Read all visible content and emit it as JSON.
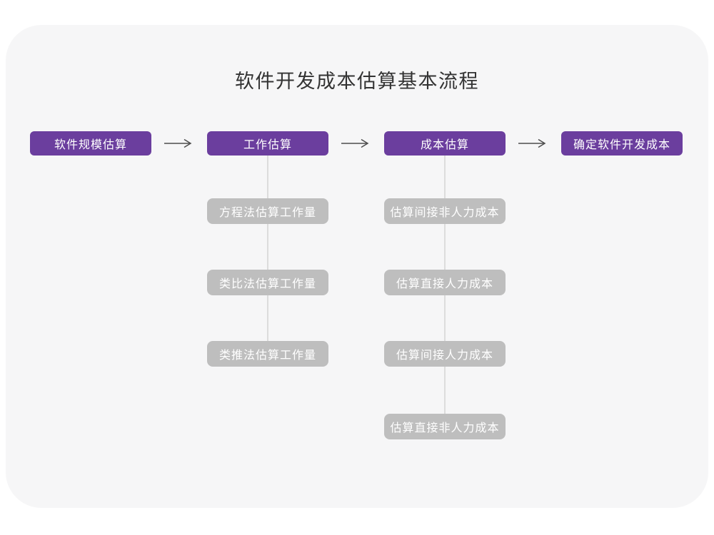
{
  "title": "软件开发成本估算基本流程",
  "colors": {
    "page_bg": "#ffffff",
    "panel_bg": "#f6f6f7",
    "main_box": "#6b3e9e",
    "sub_box": "#bebebe",
    "connector_line": "#dcdcdc",
    "arrow": "#4d4d4d",
    "title_text": "#333333",
    "box_text": "#ffffff"
  },
  "flow": {
    "main_steps": [
      {
        "label": "软件规模估算"
      },
      {
        "label": "工作估算"
      },
      {
        "label": "成本估算"
      },
      {
        "label": "确定软件开发成本"
      }
    ],
    "work_substeps": [
      "方程法估算工作量",
      "类比法估算工作量",
      "类推法估算工作量"
    ],
    "cost_substeps": [
      "估算间接非人力成本",
      "估算直接人力成本",
      "估算间接人力成本",
      "估算直接非人力成本"
    ]
  }
}
